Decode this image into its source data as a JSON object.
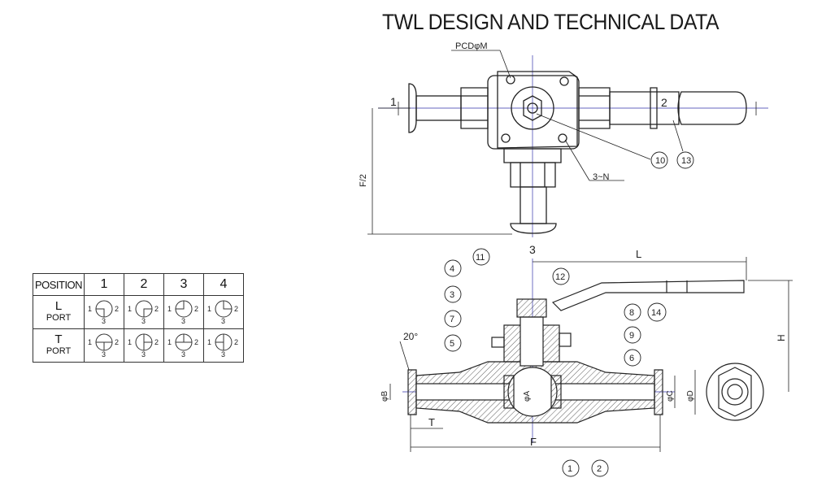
{
  "title": "TWL DESIGN AND TECHNICAL DATA",
  "position_table": {
    "header": [
      "POSITION",
      "1",
      "2",
      "3",
      "4"
    ],
    "rows": [
      {
        "type": "L",
        "port": "PORT"
      },
      {
        "type": "T",
        "port": "PORT"
      }
    ],
    "port_numbers": {
      "left": "1",
      "right": "2",
      "bottom": "3"
    }
  },
  "top_view": {
    "pcd_label": "PCDφM",
    "port1": "1",
    "port2": "2",
    "port3": "3",
    "bolt_label": "3~N",
    "dim_f_half": "F/2",
    "callouts": [
      "10",
      "13"
    ]
  },
  "section_view": {
    "dim_l": "L",
    "dim_h": "H",
    "dim_f": "F",
    "dim_t": "T",
    "angle": "20°",
    "dia_a": "φA",
    "dia_b": "φB",
    "dia_c": "φC",
    "dia_d": "φD",
    "callouts": [
      "1",
      "2",
      "3",
      "4",
      "5",
      "6",
      "7",
      "8",
      "9",
      "11",
      "12",
      "14"
    ]
  }
}
